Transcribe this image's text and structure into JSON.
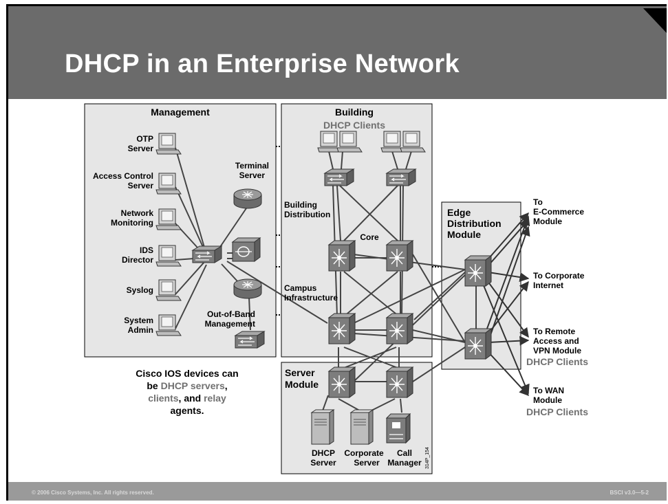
{
  "slide": {
    "title": "DHCP in an Enterprise Network",
    "footer_left": "© 2006 Cisco Systems, Inc. All rights reserved.",
    "footer_right": "BSCI v3.0—5-2",
    "figure_id": "314P_154"
  },
  "management": {
    "title": "Management",
    "hosts": [
      {
        "line1": "OTP",
        "line2": "Server"
      },
      {
        "line1": "Access Control",
        "line2": "Server"
      },
      {
        "line1": "Network",
        "line2": "Monitoring"
      },
      {
        "line1": "IDS",
        "line2": "Director"
      },
      {
        "line1": "Syslog",
        "line2": ""
      },
      {
        "line1": "System",
        "line2": "Admin"
      }
    ],
    "terminal_server": {
      "line1": "Terminal",
      "line2": "Server"
    },
    "oob": {
      "line1": "Out-of-Band",
      "line2": "Management"
    }
  },
  "building": {
    "title": "Building",
    "clients": "DHCP Clients",
    "distribution": {
      "line1": "Building",
      "line2": "Distribution"
    },
    "core": "Core",
    "campus": {
      "line1": "Campus",
      "line2": "Infrastructure"
    }
  },
  "server_module": {
    "title": {
      "line1": "Server",
      "line2": "Module"
    },
    "servers": [
      {
        "line1": "DHCP",
        "line2": "Server"
      },
      {
        "line1": "Corporate",
        "line2": "Server"
      },
      {
        "line1": "Call",
        "line2": "Manager"
      }
    ]
  },
  "edge": {
    "title": {
      "line1": "Edge",
      "line2": "Distribution",
      "line3": "Module"
    }
  },
  "destinations": {
    "ecommerce": {
      "line1": "To",
      "line2": "E-Commerce",
      "line3": "Module"
    },
    "internet": {
      "line1": "To Corporate",
      "line2": "Internet"
    },
    "remote": {
      "line1": "To Remote",
      "line2": "Access and",
      "line3": "VPN Module",
      "clients": "DHCP Clients"
    },
    "wan": {
      "line1": "To WAN",
      "line2": "Module",
      "clients": "DHCP Clients"
    }
  },
  "note": {
    "line1": "Cisco IOS devices can",
    "line2_a": "be ",
    "line2_b": "DHCP servers",
    "line3_a": "clients",
    "line3_b": ", and ",
    "line3_c": "relay",
    "line4": "agents."
  },
  "colors": {
    "header": "#6b6b6b",
    "footer": "#9a9a9a",
    "panel": "#e6e6e6",
    "highlight": "#707070"
  }
}
